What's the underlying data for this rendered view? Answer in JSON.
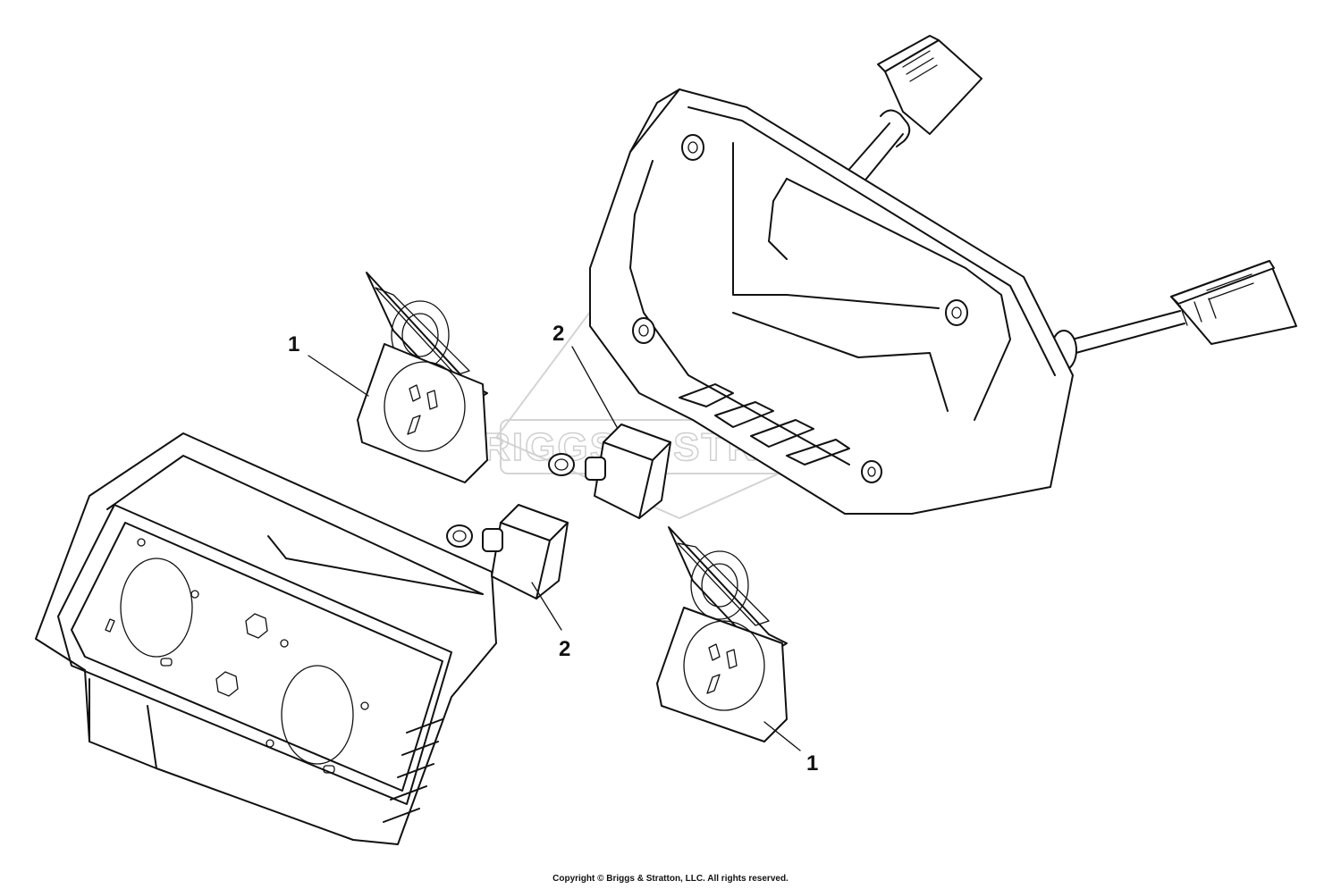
{
  "watermark": {
    "brand": "BRIGGS & STRATTON"
  },
  "callouts": {
    "c1_top": "1",
    "c2_top": "2",
    "c2_bottom": "2",
    "c1_bottom": "1"
  },
  "footer": {
    "copyright": "Copyright © Briggs & Stratton, LLC. All rights reserved."
  },
  "colors": {
    "line": "#111111",
    "watermark": "#cfcfcf",
    "background": "#ffffff"
  }
}
